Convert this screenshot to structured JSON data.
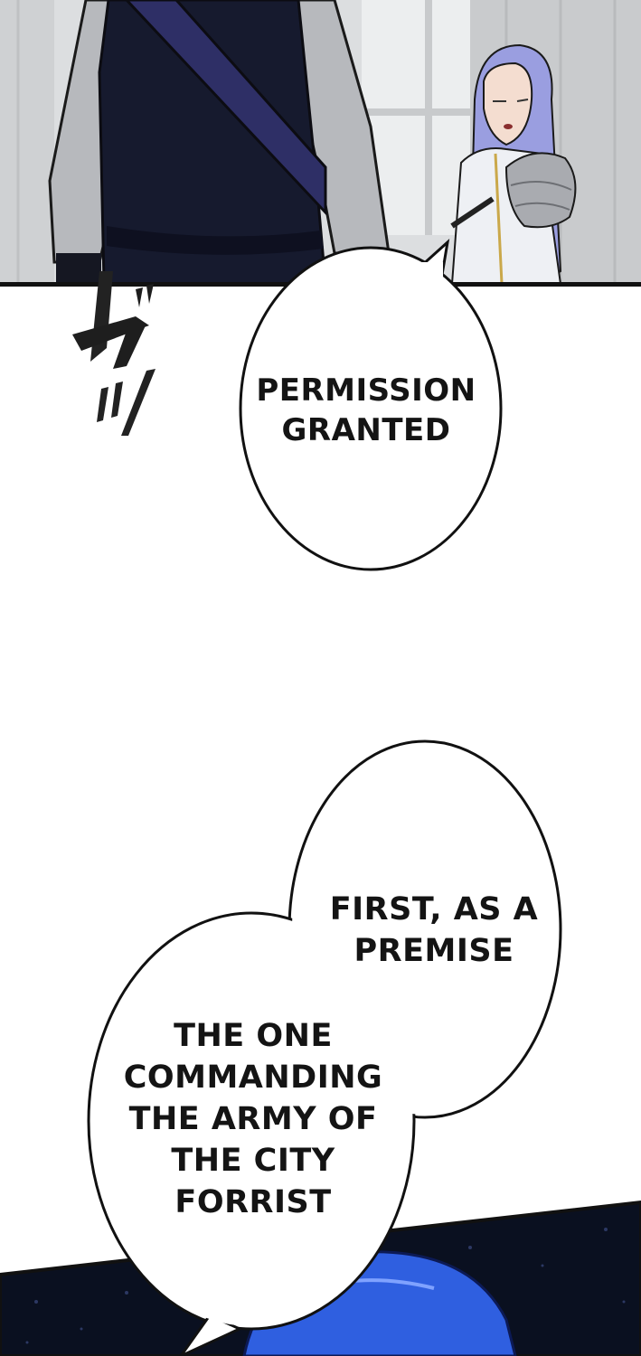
{
  "bubble_1": {
    "line_1": "PERMISSION",
    "line_2": "GRANTED"
  },
  "bubble_2": {
    "part_1": {
      "line_1": "FIRST, AS A",
      "line_2": "PREMISE"
    },
    "part_2": {
      "line_1": "THE ONE",
      "line_2": "COMMANDING",
      "line_3": "THE ARMY OF",
      "line_4": "THE CITY",
      "line_5": "FORRIST"
    }
  },
  "sfx": {
    "glyph_1": "ガ",
    "glyph_2": "ッ"
  },
  "colors": {
    "ink": "#141414",
    "wall": "#d9dbdd",
    "coat_dark": "#161a2e",
    "sash": "#2e2f66",
    "sleeve": "#b7b9bd",
    "knight_hair": "#9a9ee0",
    "bottom_blue": "#2f5fe0",
    "bottom_dark": "#0a1020"
  }
}
